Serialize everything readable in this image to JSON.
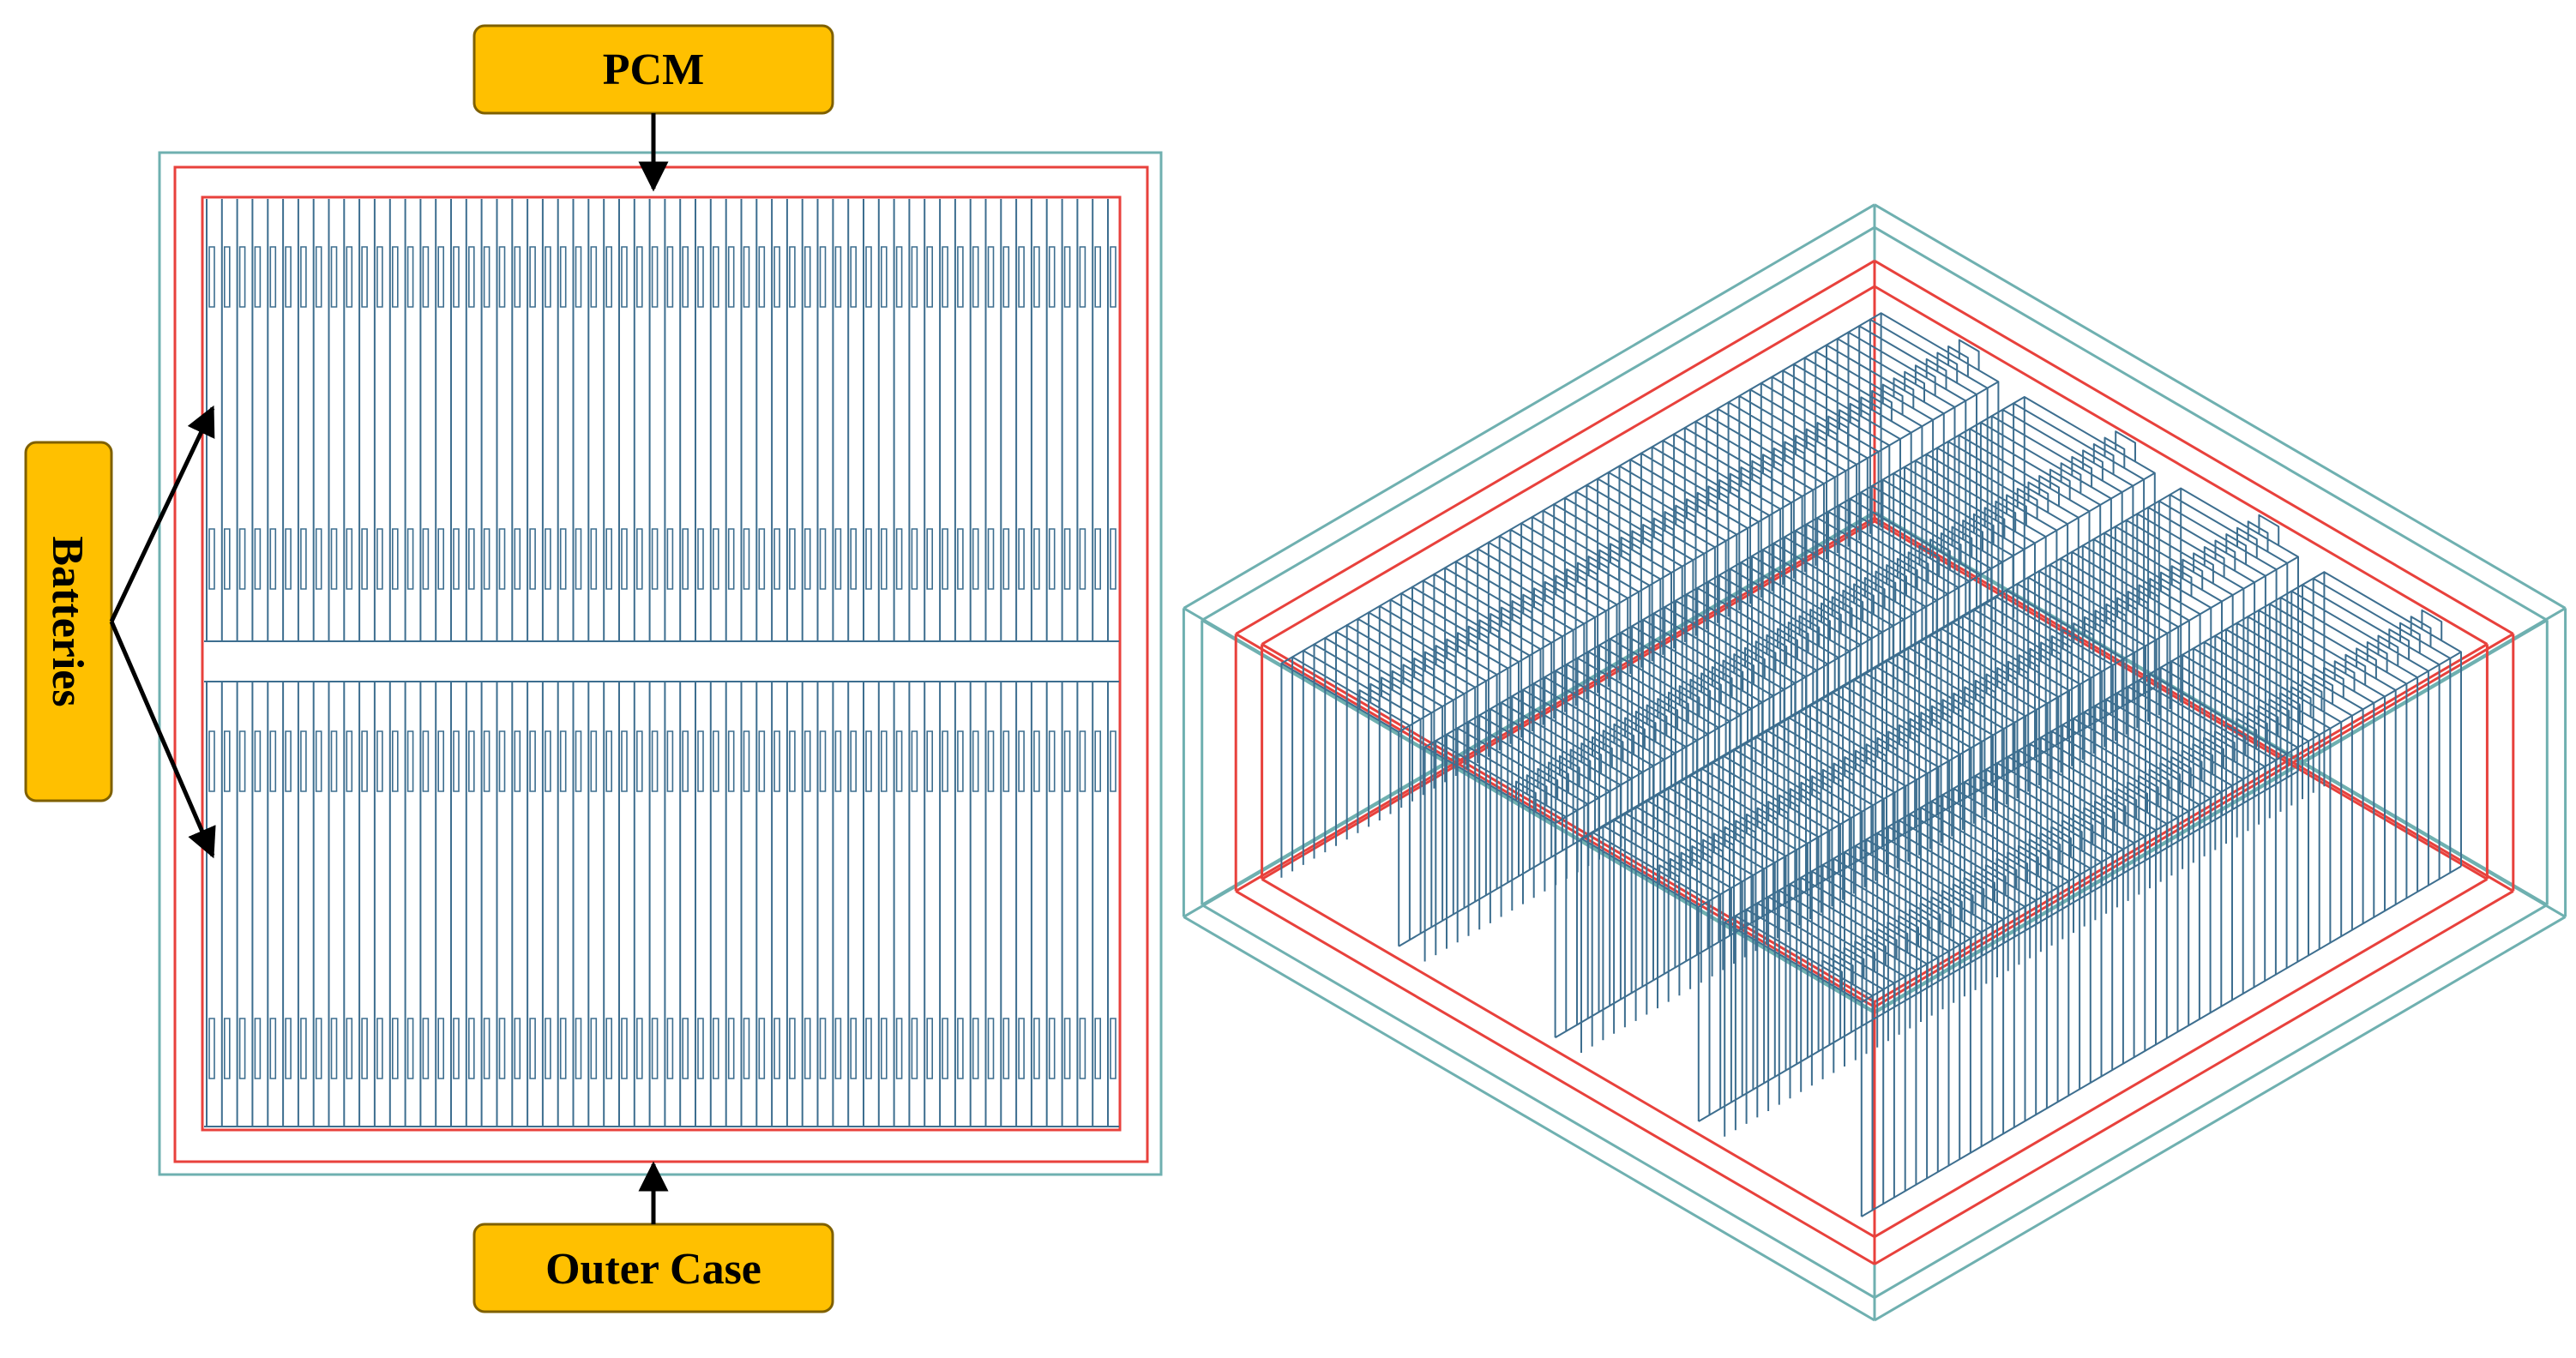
{
  "labels": {
    "pcm": "PCM",
    "batteries": "Batteries",
    "outer_case": "Outer Case"
  },
  "colors": {
    "callout_fill": "#FFC000",
    "callout_border": "#7F6000",
    "outer_case": "#6FB0B0",
    "pcm_boundary": "#E8413C",
    "battery": "#3D6E8F",
    "arrow": "#000000"
  },
  "icons": {
    "pointer": "arrow-icon"
  }
}
